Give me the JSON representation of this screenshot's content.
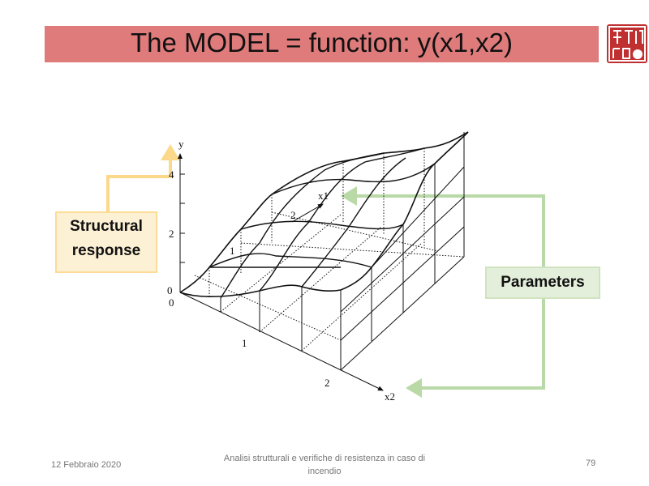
{
  "slide": {
    "title": "The MODEL = function: y(x1,x2)",
    "logo": "seal-logo",
    "callouts": {
      "structural_response": "Structural response",
      "parameters": "Parameters"
    },
    "figure": {
      "y_axis_label": "y",
      "x1_axis_label": "x1",
      "x2_axis_label": "x2",
      "y_ticks": [
        "0",
        "2",
        "4"
      ],
      "x1_ticks": [
        "0",
        "1",
        "2"
      ],
      "x2_ticks": [
        "0",
        "1",
        "2"
      ]
    },
    "footer": {
      "date": "12 Febbraio 2020",
      "center": "Analisi strutturali e verifiche di resistenza in caso di incendio",
      "page": "79"
    },
    "colors": {
      "title_bar": "#df7b7b",
      "structural_accent": "#fcd98a",
      "parameters_accent": "#b9d9a6"
    }
  }
}
